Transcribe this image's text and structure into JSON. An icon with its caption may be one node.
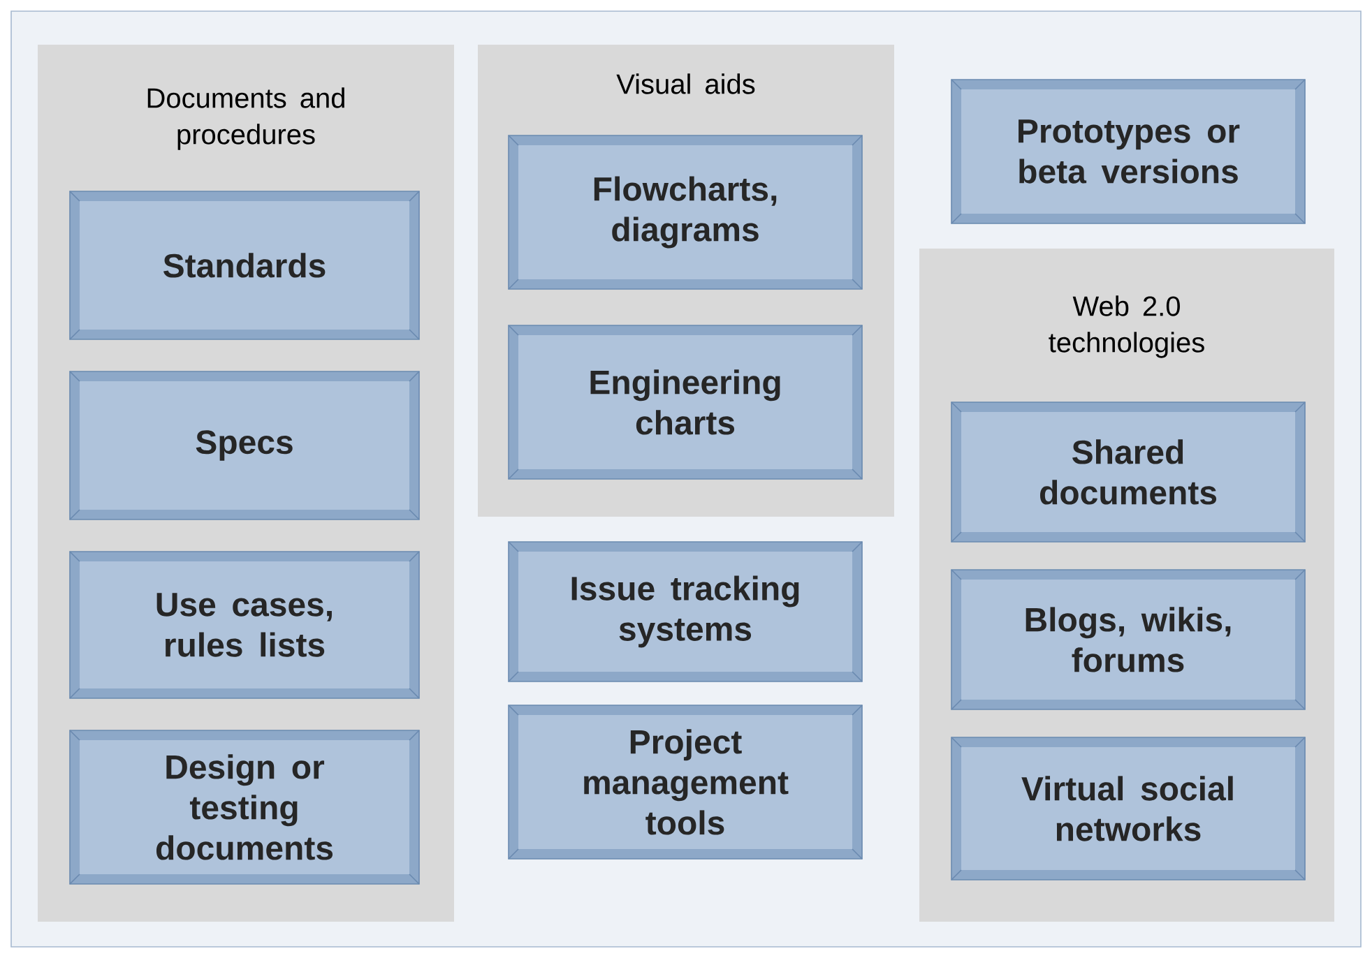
{
  "diagram": {
    "nodes": [
      {
        "text": [
          "Documents and procedures"
        ]
      },
      {
        "text": [
          "Standards"
        ],
        "in": 0
      },
      {
        "text": [
          "Specs"
        ],
        "in": 0
      },
      {
        "text": [
          "Use cases, rules lists"
        ],
        "in": 0
      },
      {
        "text": [
          "Design or testing documents"
        ],
        "in": 0
      },
      {
        "text": [
          "Visual aids"
        ]
      },
      {
        "text": [
          "Flowcharts, diagrams"
        ],
        "in": 5
      },
      {
        "text": [
          "Engineering charts"
        ],
        "in": 5
      },
      {
        "text": [
          "Issue tracking systems"
        ]
      },
      {
        "text": [
          "Project management tools"
        ]
      },
      {
        "text": [
          "Prototypes or beta versions"
        ]
      },
      {
        "text": [
          "Web 2.0 technologies"
        ]
      },
      {
        "text": [
          "Shared documents"
        ],
        "in": 11
      },
      {
        "text": [
          "Blogs, wikis, forums"
        ],
        "in": 11
      },
      {
        "text": [
          "Virtual social networks"
        ],
        "in": 11
      }
    ]
  }
}
